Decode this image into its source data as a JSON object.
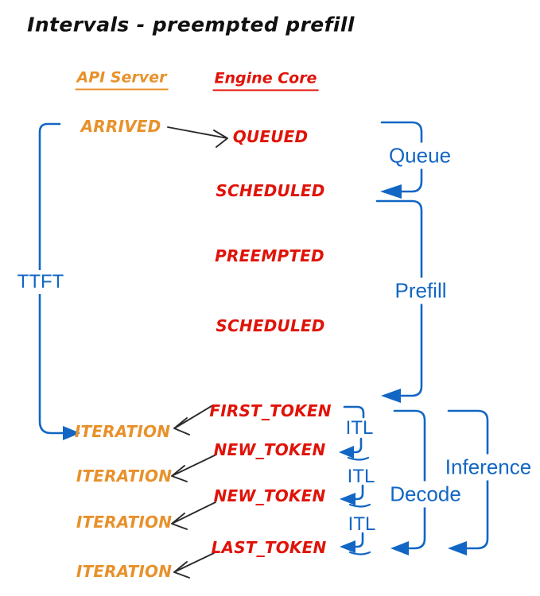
{
  "title": "Intervals - preempted prefill",
  "columns": {
    "api_server": "API Server",
    "engine_core": "Engine Core"
  },
  "events": {
    "arrived": "ARRIVED",
    "queued": "QUEUED",
    "scheduled_1": "SCHEDULED",
    "preempted": "PREEMPTED",
    "scheduled_2": "SCHEDULED",
    "first_token": "FIRST_TOKEN",
    "new_token_1": "NEW_TOKEN",
    "new_token_2": "NEW_TOKEN",
    "last_token": "LAST_TOKEN",
    "iteration": "ITERATION"
  },
  "intervals": {
    "ttft": "TTFT",
    "queue": "Queue",
    "prefill": "Prefill",
    "itl": "ITL",
    "decode": "Decode",
    "inference": "Inference"
  },
  "colors": {
    "api_server": "#E8912B",
    "engine_core": "#E01309",
    "interval_blue": "#1266C4",
    "arrow_black": "#2B2B2B",
    "title_black": "#111111",
    "background": "#FFFFFF"
  }
}
